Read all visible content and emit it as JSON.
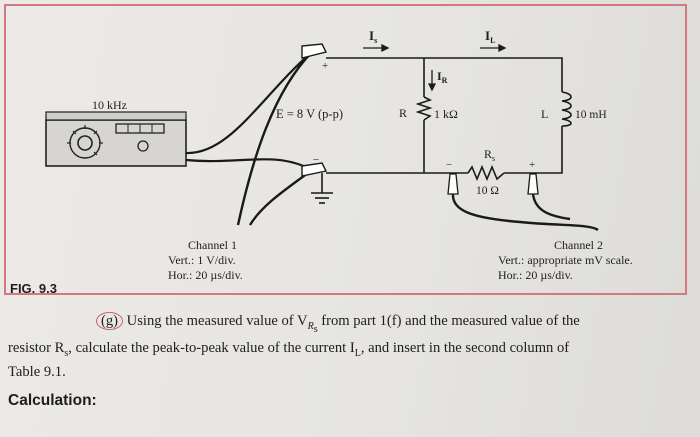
{
  "figure": {
    "label": "FIG. 9.3",
    "generator_freq": "10 kHz",
    "source": "E = 8 V (p-p)",
    "current_source": "I",
    "current_source_sub": "s",
    "current_load": "I",
    "current_load_sub": "L",
    "current_r": "I",
    "current_r_sub": "R",
    "resistor_label": "R",
    "resistor_value": "1 kΩ",
    "inductor_label": "L",
    "inductor_value": "10 mH",
    "sense_label": "R",
    "sense_sub": "s",
    "sense_value": "10 Ω",
    "plus_sign": "+",
    "minus_sign": "−",
    "channel1": {
      "title": "Channel 1",
      "vert": "Vert.:  1 V/div.",
      "hor": "Hor.:  20 µs/div."
    },
    "channel2": {
      "title": "Channel 2",
      "vert": "Vert.: appropriate mV scale.",
      "hor": "Hor.:  20 µs/div."
    }
  },
  "question": {
    "part": "(g)",
    "text1": " Using the measured value of V",
    "sub1": "R",
    "sub1b": "s",
    "text2": " from part 1(f) and the measured value of the",
    "text3": "resistor R",
    "sub3": "s",
    "text4": ", calculate the peak-to-peak value of the current I",
    "sub4": "L",
    "text5": ", and insert in the second column of",
    "text6": "Table 9.1."
  },
  "calculation_label": "Calculation:"
}
